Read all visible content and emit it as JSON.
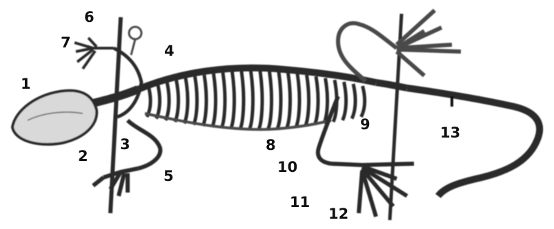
{
  "diagram": {
    "labels": [
      "1",
      "2",
      "3",
      "4",
      "5",
      "6",
      "7",
      "8",
      "9",
      "10",
      "11",
      "12",
      "13"
    ]
  },
  "colors": {
    "bone": "#2b2b2b",
    "bone_light": "#4a4a4a",
    "skull_fill": "#d9d9d9",
    "background": "#ffffff"
  }
}
